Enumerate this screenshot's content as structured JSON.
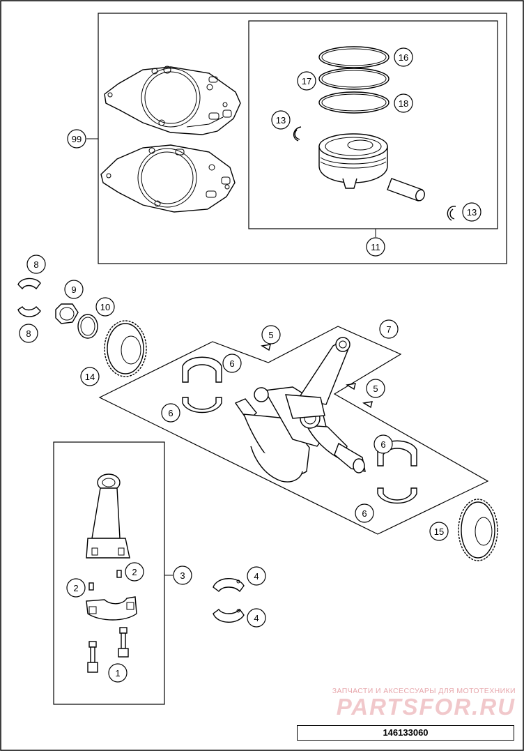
{
  "callouts": [
    {
      "id": "c16",
      "label": "16"
    },
    {
      "id": "c17",
      "label": "17"
    },
    {
      "id": "c18",
      "label": "18"
    },
    {
      "id": "c13a",
      "label": "13"
    },
    {
      "id": "c13b",
      "label": "13"
    },
    {
      "id": "c99",
      "label": "99"
    },
    {
      "id": "c11",
      "label": "11"
    },
    {
      "id": "c8a",
      "label": "8"
    },
    {
      "id": "c8b",
      "label": "8"
    },
    {
      "id": "c9",
      "label": "9"
    },
    {
      "id": "c10",
      "label": "10"
    },
    {
      "id": "c14",
      "label": "14"
    },
    {
      "id": "c5a",
      "label": "5"
    },
    {
      "id": "c5b",
      "label": "5"
    },
    {
      "id": "c7",
      "label": "7"
    },
    {
      "id": "c6a",
      "label": "6"
    },
    {
      "id": "c6b",
      "label": "6"
    },
    {
      "id": "c6c",
      "label": "6"
    },
    {
      "id": "c6d",
      "label": "6"
    },
    {
      "id": "c15",
      "label": "15"
    },
    {
      "id": "c2a",
      "label": "2"
    },
    {
      "id": "c2b",
      "label": "2"
    },
    {
      "id": "c3",
      "label": "3"
    },
    {
      "id": "c4a",
      "label": "4"
    },
    {
      "id": "c4b",
      "label": "4"
    },
    {
      "id": "c1",
      "label": "1"
    }
  ],
  "watermark": {
    "line1": "ЗАПЧАСТИ И АКСЕССУАРЫ ДЛЯ МОТОТЕХНИКИ",
    "line2": "PARTSFOR.RU"
  },
  "diagram_number": "146133060"
}
